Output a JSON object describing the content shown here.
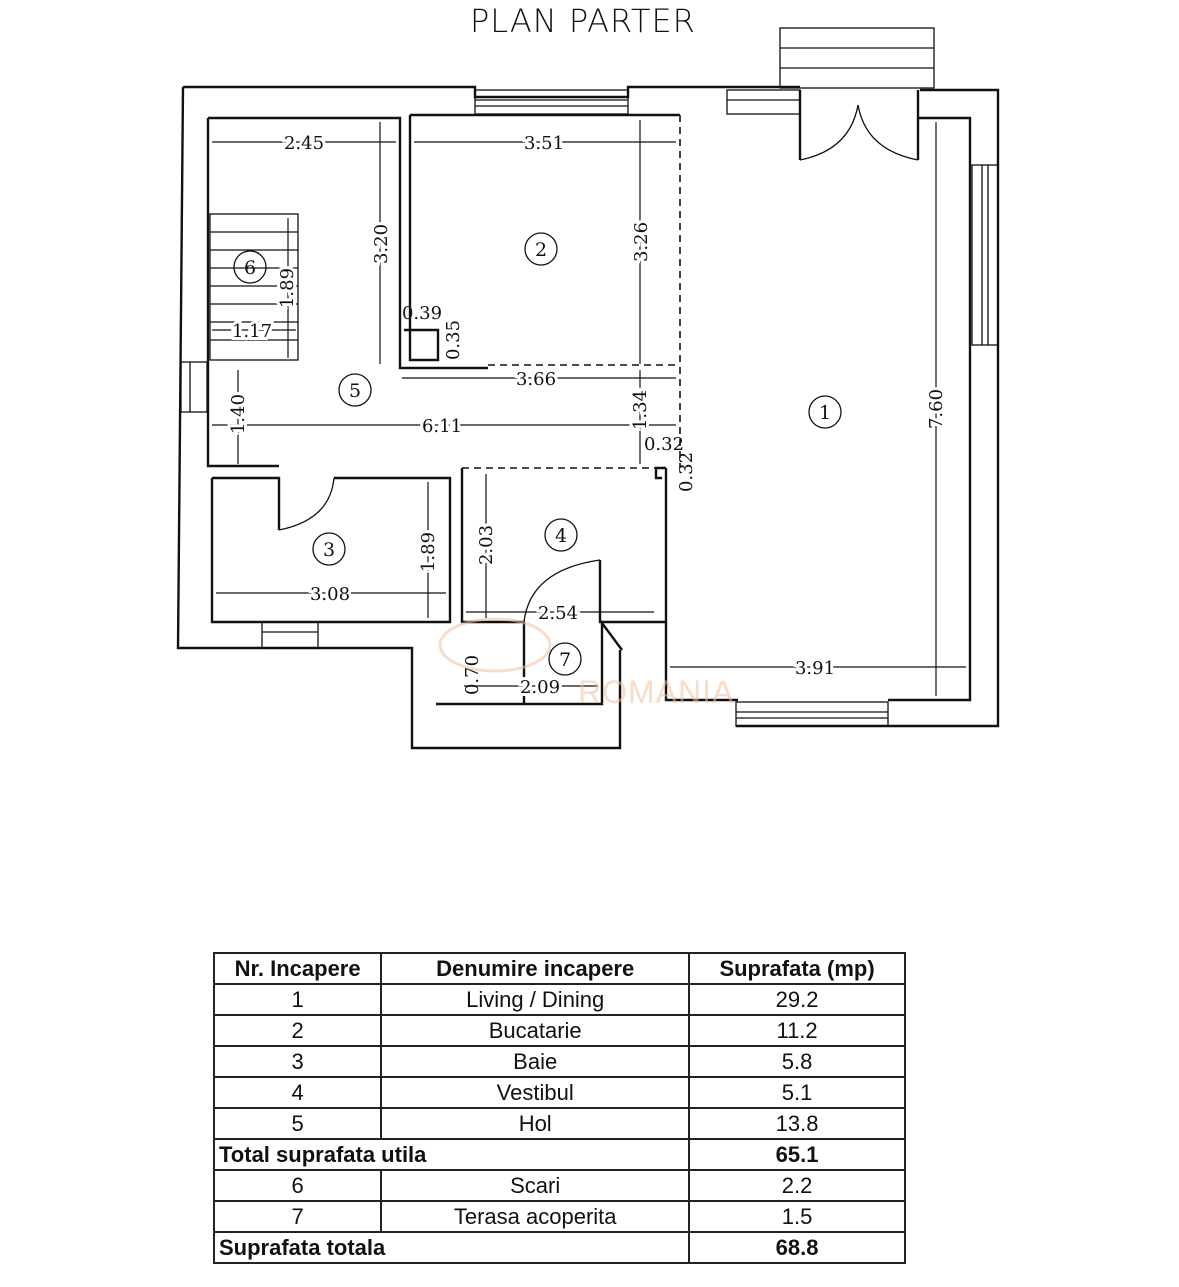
{
  "plan": {
    "title": "PLAN  PARTER",
    "watermark": "ROMANIA",
    "room_numbers": [
      "1",
      "2",
      "3",
      "4",
      "5",
      "6",
      "7"
    ],
    "dimensions": {
      "d245": "2.45",
      "d351": "3.51",
      "d320": "3.20",
      "d326": "3.26",
      "d189a": "1.89",
      "d117": "1.17",
      "d039": "0.39",
      "d035": "0.35",
      "d366": "3.66",
      "d140": "1.40",
      "d611": "6.11",
      "d134": "1.34",
      "d032a": "0.32",
      "d032b": "0.32",
      "d760": "7.60",
      "d203": "2.03",
      "d189b": "1.89",
      "d308": "3.08",
      "d254": "2.54",
      "d070": "0.70",
      "d209": "2.09",
      "d391": "3.91"
    }
  },
  "table": {
    "headers": [
      "Nr. Incapere",
      "Denumire incapere",
      "Suprafata (mp)"
    ],
    "rows": [
      {
        "nr": "1",
        "name": "Living / Dining",
        "area": "29.2"
      },
      {
        "nr": "2",
        "name": "Bucatarie",
        "area": "11.2"
      },
      {
        "nr": "3",
        "name": "Baie",
        "area": "5.8"
      },
      {
        "nr": "4",
        "name": "Vestibul",
        "area": "5.1"
      },
      {
        "nr": "5",
        "name": "Hol",
        "area": "13.8"
      }
    ],
    "total_utila": {
      "label": "Total suprafata utila",
      "area": "65.1"
    },
    "rows_extra": [
      {
        "nr": "6",
        "name": "Scari",
        "area": "2.2"
      },
      {
        "nr": "7",
        "name": "Terasa acoperita",
        "area": "1.5"
      }
    ],
    "total": {
      "label": "Suprafata totala",
      "area": "68.8"
    }
  }
}
